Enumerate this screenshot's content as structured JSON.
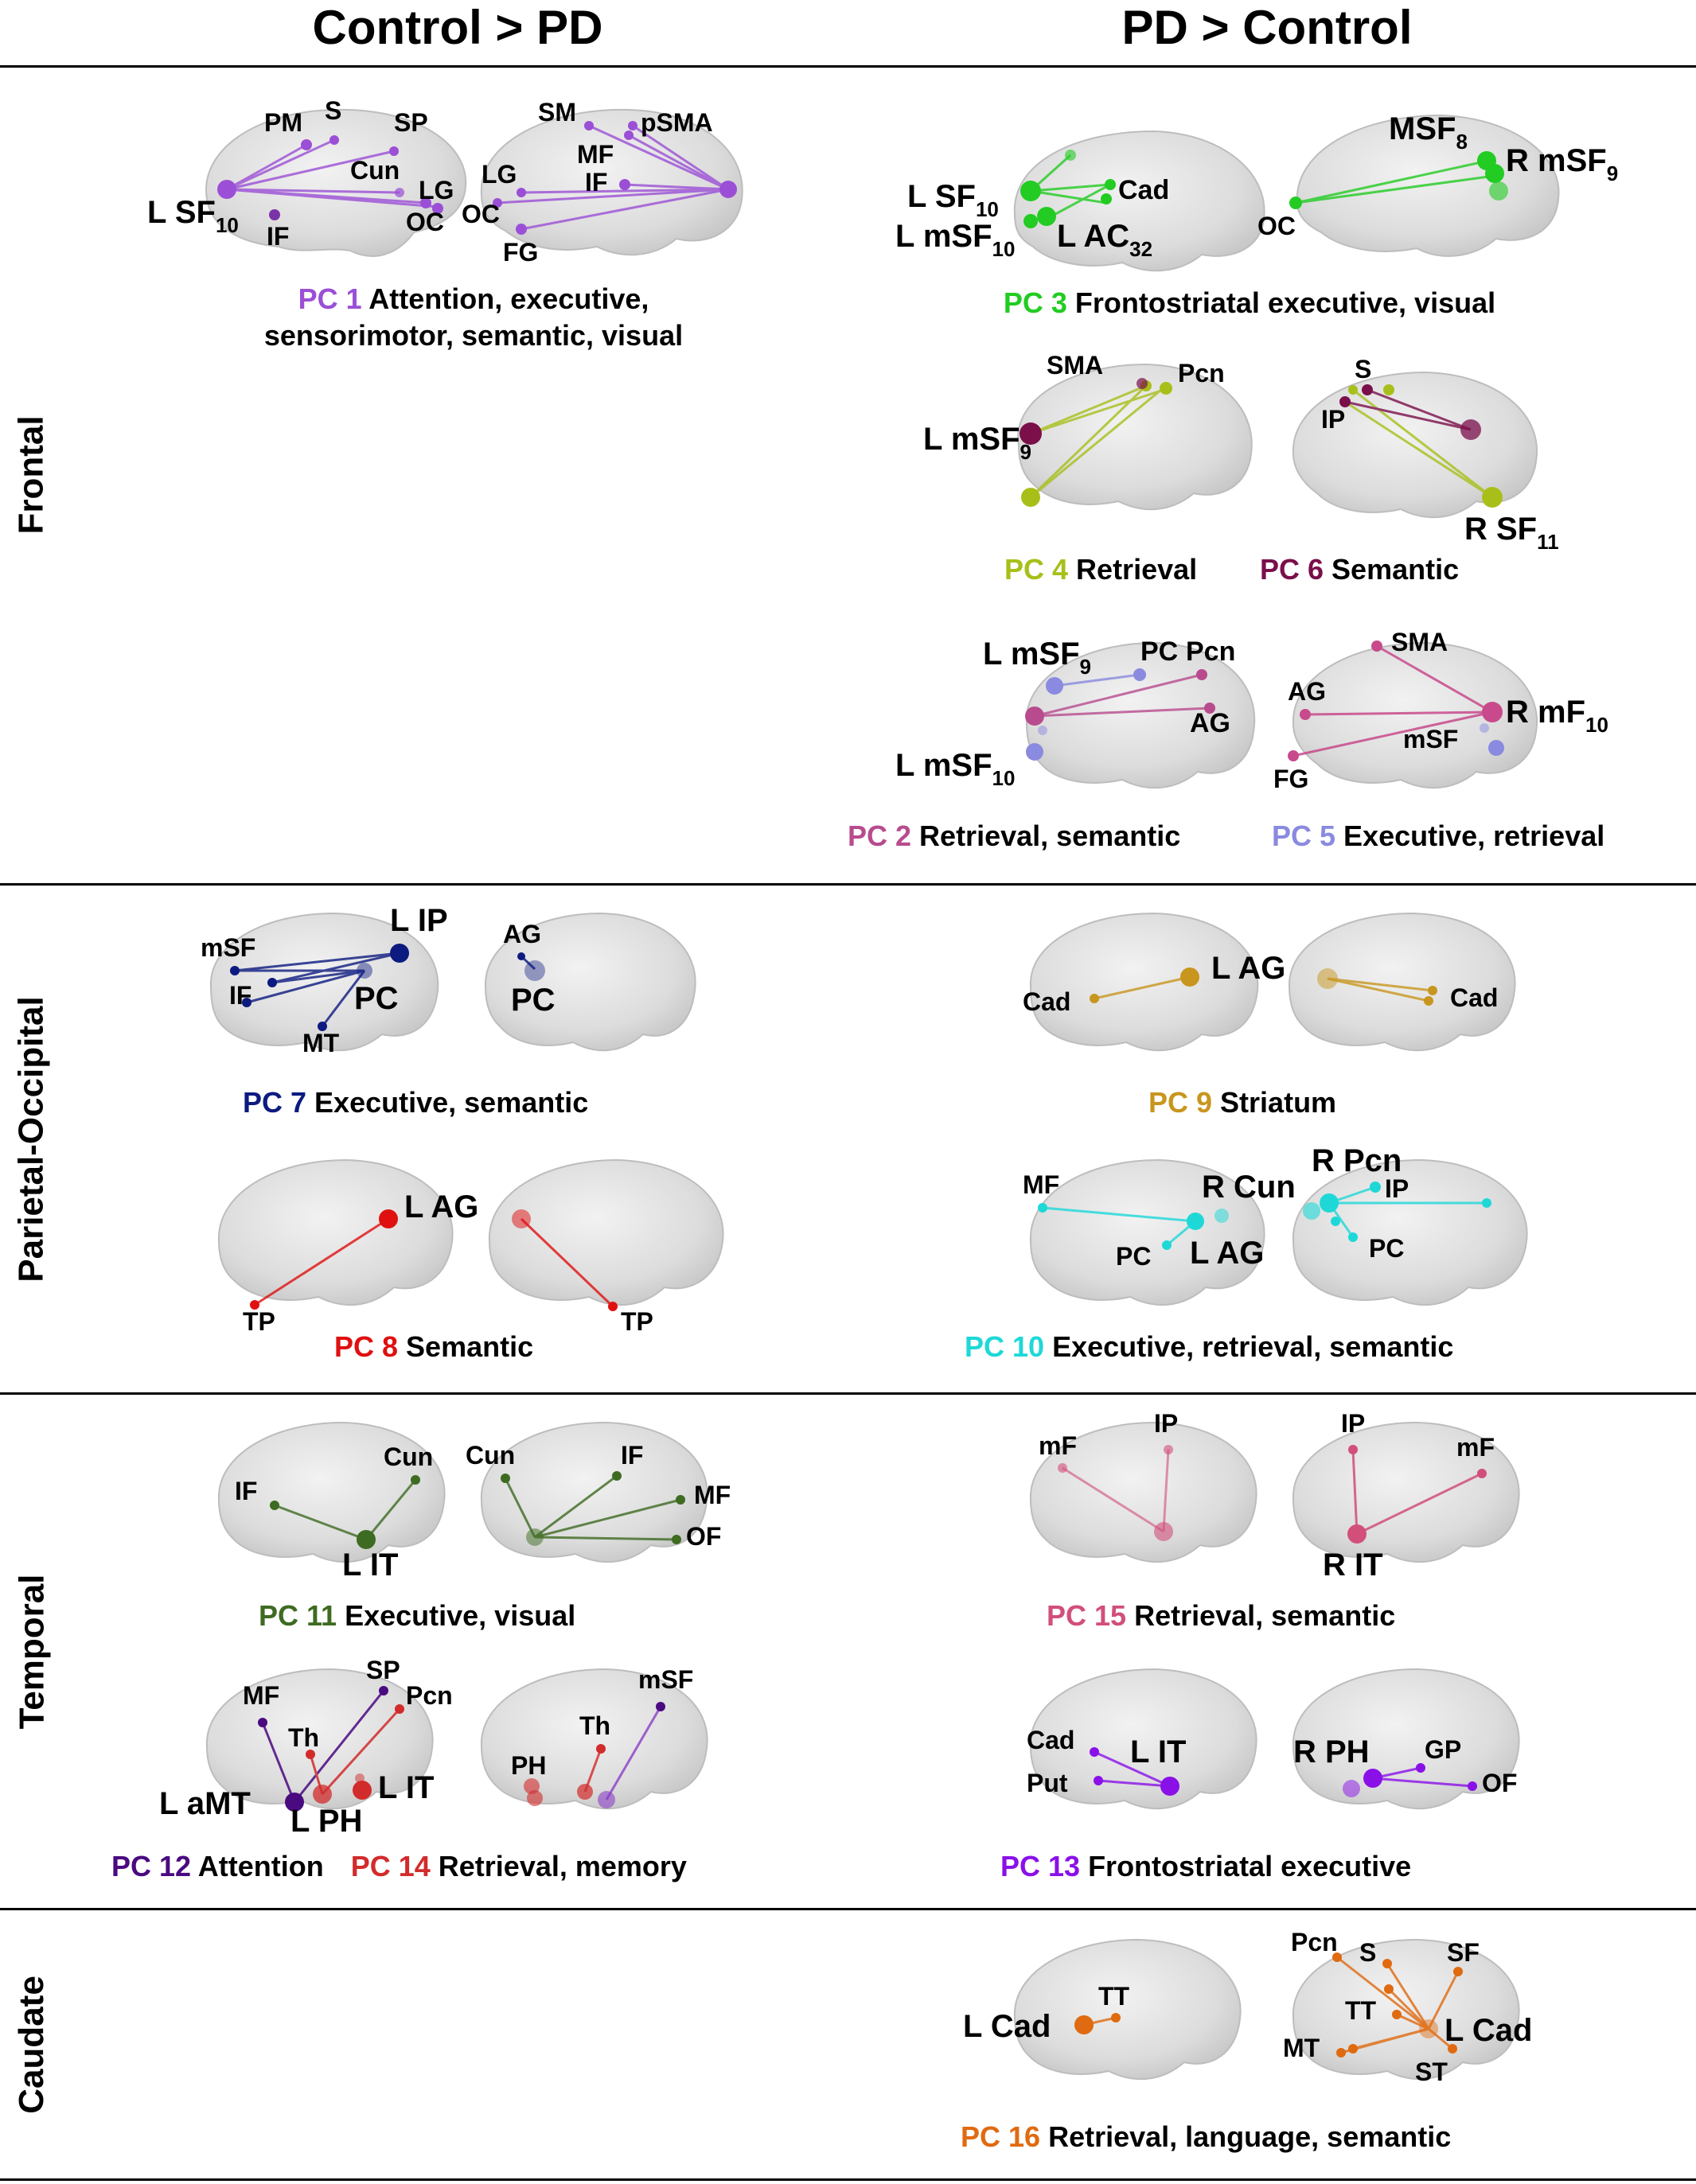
{
  "headers": {
    "left": "Control > PD",
    "right": "PD > Control"
  },
  "row_labels": {
    "frontal": "Frontal",
    "parietal": "Parietal-Occipital",
    "temporal": "Temporal",
    "caudate": "Caudate"
  },
  "colors": {
    "pc1": "#9b4fd6",
    "pc2": "#b84b8e",
    "pc3": "#22cc22",
    "pc4": "#a8bf1a",
    "pc5": "#8a8ae0",
    "pc6": "#7a0f4a",
    "pc7": "#0d1a80",
    "pc8": "#e01010",
    "pc9": "#c8961e",
    "pc10": "#1ed8d8",
    "pc11": "#3e6b22",
    "pc12": "#4a0a80",
    "pc13": "#8a10e8",
    "pc14": "#d22b2b",
    "pc15": "#d24f7a",
    "pc16": "#e06a10"
  },
  "captions": {
    "pc1": {
      "id": "PC 1",
      "line1": " Attention, executive,",
      "line2": "sensorimotor, semantic, visual"
    },
    "pc3": {
      "id": "PC 3",
      "text": " Frontostriatal executive, visual"
    },
    "pc4": {
      "id": "PC 4",
      "text": " Retrieval"
    },
    "pc6": {
      "id": "PC 6",
      "text": " Semantic"
    },
    "pc2": {
      "id": "PC 2",
      "text": " Retrieval, semantic"
    },
    "pc5": {
      "id": "PC 5",
      "text": " Executive, retrieval"
    },
    "pc7": {
      "id": "PC 7",
      "text": " Executive, semantic"
    },
    "pc9": {
      "id": "PC 9",
      "text": " Striatum"
    },
    "pc8": {
      "id": "PC 8",
      "text": " Semantic"
    },
    "pc10": {
      "id": "PC 10",
      "text": " Executive, retrieval, semantic"
    },
    "pc11": {
      "id": "PC 11",
      "text": " Executive, visual"
    },
    "pc15": {
      "id": "PC 15",
      "text": " Retrieval, semantic"
    },
    "pc12": {
      "id": "PC 12",
      "text": " Attention"
    },
    "pc14": {
      "id": "PC 14",
      "text": " Retrieval, memory"
    },
    "pc13": {
      "id": "PC 13",
      "text": " Frontostriatal executive"
    },
    "pc16": {
      "id": "PC 16",
      "text": " Retrieval, language, semantic"
    }
  },
  "region_labels": {
    "pc1a": [
      "PM",
      "S",
      "SP",
      "Cun",
      "LG",
      "OC",
      "IF",
      "L SF",
      "10"
    ],
    "pc1b": [
      "SM",
      "pSMA",
      "MF",
      "IF",
      "LG",
      "OC",
      "FG"
    ],
    "pc3a": [
      "L SF",
      "10",
      "Cad",
      "L mSF",
      "10",
      "L AC",
      "32"
    ],
    "pc3b": [
      "MSF",
      "8",
      "R mSF",
      "9",
      "OC"
    ],
    "pc4": [
      "SMA",
      "Pcn",
      "L mSF",
      "9"
    ],
    "pc6": [
      "S",
      "IP",
      "R SF",
      "11"
    ],
    "pc2": [
      "L mSF",
      "9",
      "PC",
      "Pcn",
      "AG",
      "L mSF",
      "10"
    ],
    "pc5": [
      "SMA",
      "AG",
      "R mF",
      "10",
      "mSF",
      "FG"
    ],
    "pc7a": [
      "mSF",
      "L IP",
      "IF",
      "PC",
      "MT"
    ],
    "pc7b": [
      "AG",
      "PC"
    ],
    "pc9": [
      "L AG",
      "Cad",
      "Cad"
    ],
    "pc8": [
      "L AG",
      "TP",
      "TP"
    ],
    "pc10a": [
      "MF",
      "R Cun",
      "PC",
      "L AG"
    ],
    "pc10b": [
      "R Pcn",
      "IP",
      "PC"
    ],
    "pc11a": [
      "IF",
      "Cun",
      "L IT"
    ],
    "pc11b": [
      "Cun",
      "IF",
      "MF",
      "OF"
    ],
    "pc15a": [
      "mF",
      "IP"
    ],
    "pc15b": [
      "IP",
      "mF",
      "R IT"
    ],
    "pc12": [
      "MF",
      "SP",
      "Pcn",
      "Th",
      "L aMT",
      "L PH",
      "L IT"
    ],
    "pc14": [
      "mSF",
      "Th",
      "PH"
    ],
    "pc13a": [
      "Cad",
      "Put",
      "L IT"
    ],
    "pc13b": [
      "R PH",
      "GP",
      "OF"
    ],
    "pc16a": [
      "L Cad",
      "TT"
    ],
    "pc16b": [
      "Pcn",
      "S",
      "SF",
      "TT",
      "MT",
      "L Cad",
      "ST"
    ]
  }
}
